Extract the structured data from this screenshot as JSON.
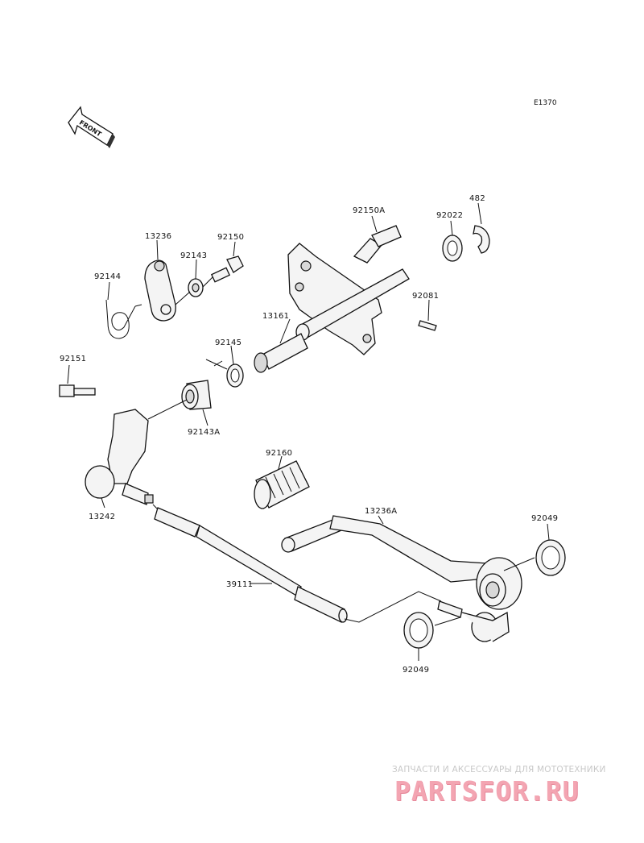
{
  "diagram_code": "E1370",
  "front_label": "FRONT",
  "parts": {
    "p92150A": "92150A",
    "p482": "482",
    "p92022": "92022",
    "p13236": "13236",
    "p92150": "92150",
    "p92143": "92143",
    "p92144": "92144",
    "p92081": "92081",
    "p13161": "13161",
    "p92145": "92145",
    "p92151": "92151",
    "p92143A": "92143A",
    "p92160": "92160",
    "p13242": "13242",
    "p13236A": "13236A",
    "p92049a": "92049",
    "p39111": "39111",
    "p92049b": "92049"
  },
  "watermark": {
    "tagline": "ЗАПЧАСТИ И АКСЕССУАРЫ ДЛЯ МОТОТЕХНИКИ",
    "logo": "PARTSFOR.RU"
  }
}
